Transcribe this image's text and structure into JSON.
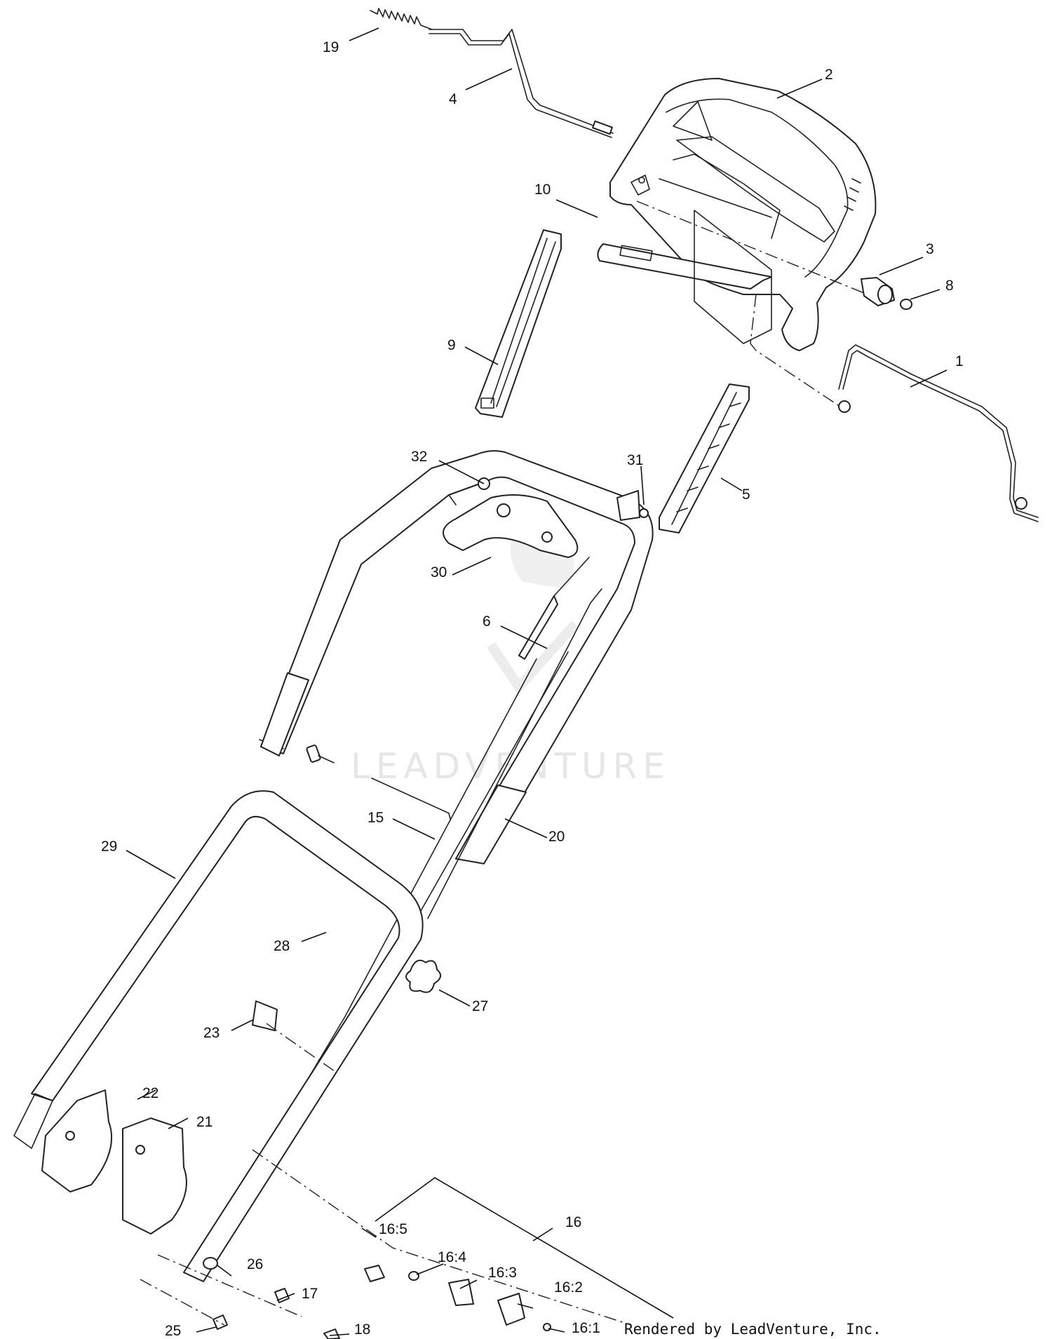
{
  "watermark": "LEADVENTURE",
  "credit": "Rendered by LeadVenture, Inc.",
  "callouts": [
    "1",
    "2",
    "3",
    "4",
    "5",
    "6",
    "8",
    "9",
    "10",
    "15",
    "16",
    "16:1",
    "16:2",
    "16:3",
    "16:4",
    "16:5",
    "17",
    "18",
    "19",
    "20",
    "21",
    "22",
    "23",
    "25",
    "26",
    "27",
    "28",
    "29",
    "30",
    "31",
    "32"
  ]
}
